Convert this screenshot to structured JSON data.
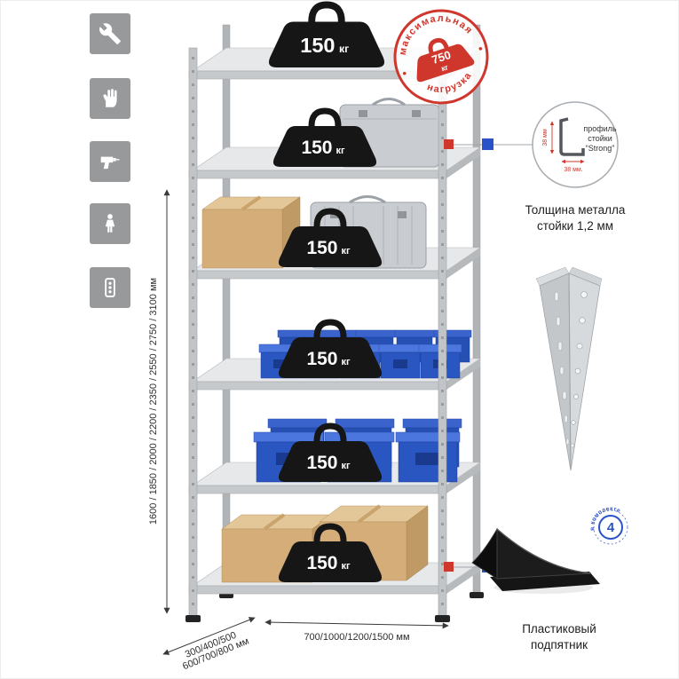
{
  "colors": {
    "tile_gray": "#97999b",
    "accent_red": "#cf372d",
    "accent_blue": "#2a52c8",
    "bin_blue": "#2a56c2",
    "cardboard": "#d4ad79",
    "weight_black": "#161616"
  },
  "sidebar": {
    "tiles": [
      {
        "icon": "wrench-icon"
      },
      {
        "icon": "gloves-icon"
      },
      {
        "icon": "drill-icon"
      },
      {
        "icon": "person-icon"
      },
      {
        "icon": "fasteners-icon"
      }
    ]
  },
  "rack": {
    "shelf_count": 6,
    "shelf_load_value": "150",
    "shelf_load_unit": "кг"
  },
  "stamp": {
    "arc_top": "максимальная",
    "arc_bottom": "нагрузка",
    "value": "750",
    "unit": "кг"
  },
  "dimensions": {
    "height_label": "1600 / 1850 / 2000 / 2200 / 2350 / 2550 / 2750 / 3100 мм",
    "depth_line1": "300/400/500",
    "depth_line2": "600/700/800 мм",
    "width_label": "700/1000/1200/1500 мм"
  },
  "profile_callout": {
    "line1": "профиль",
    "line2": "стойки",
    "line3": "“Strong”",
    "dim_side": "38 мм",
    "dim_bottom": "38 мм.",
    "caption1": "Толщина металла",
    "caption2": "стойки 1,2 мм"
  },
  "foot_callout": {
    "badge_value": "4",
    "badge_text": "в комплекте",
    "caption1": "Пластиковый",
    "caption2": "подпятник"
  }
}
